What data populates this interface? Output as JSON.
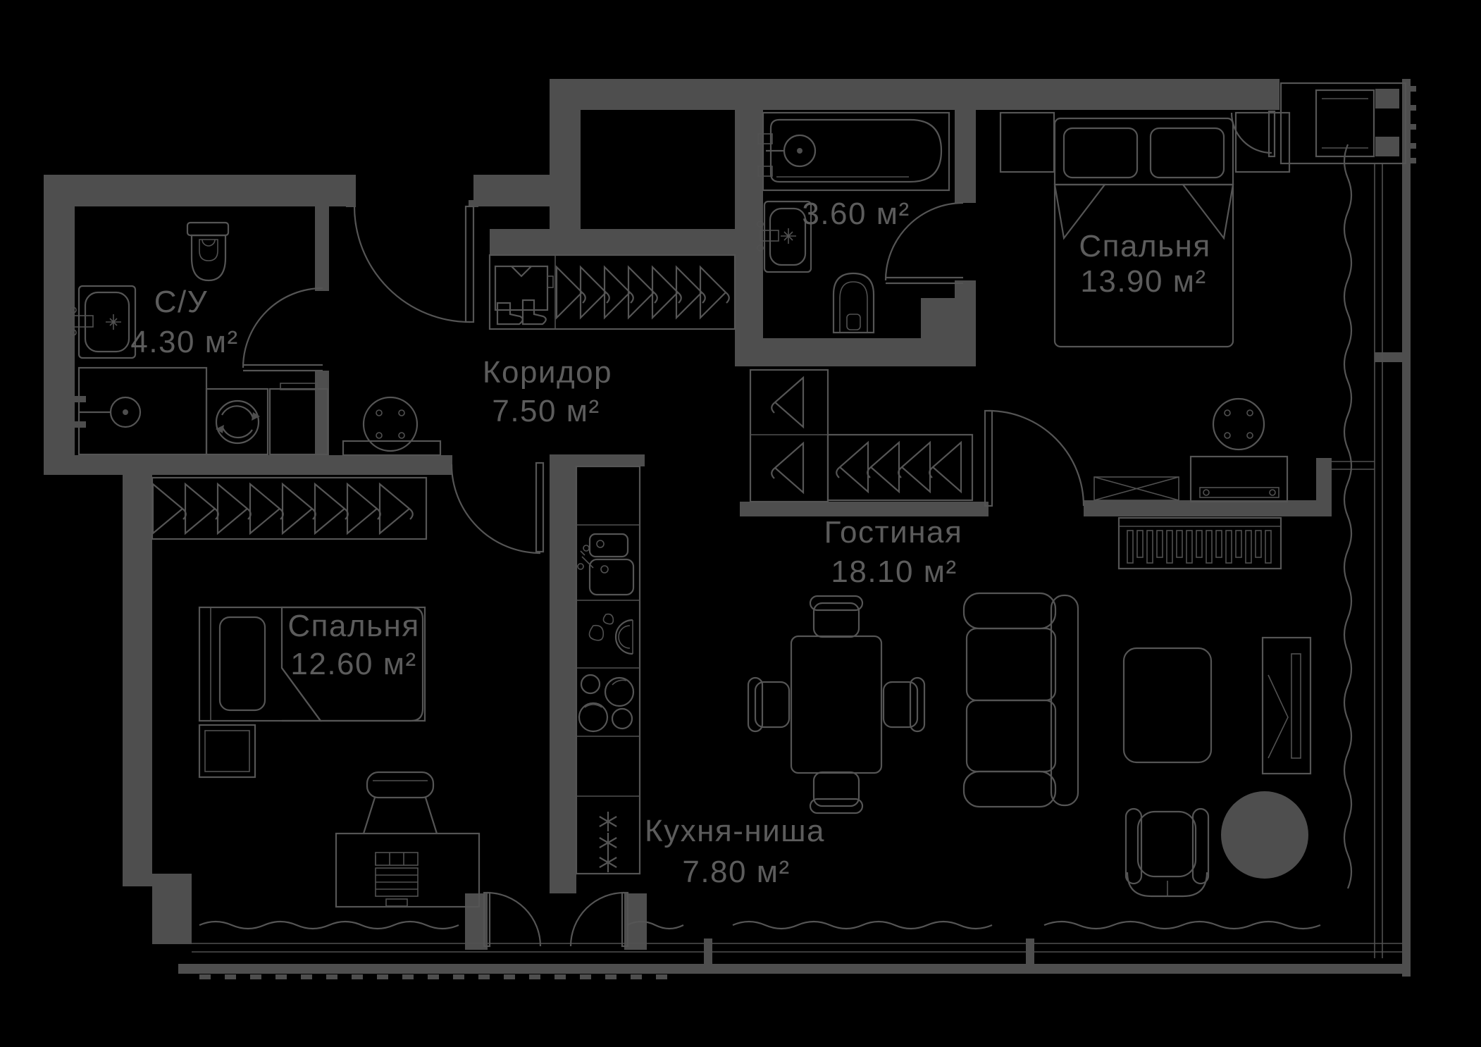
{
  "plan": {
    "type": "apartment-floor-plan",
    "background_color": "#000000",
    "wall_color": "#4e4e4e",
    "line_color": "#555555",
    "text_color": "#5c5c5c",
    "rooms": [
      {
        "id": "wc",
        "name": "С/У",
        "area": "4.30 м²"
      },
      {
        "id": "corridor",
        "name": "Коридор",
        "area": "7.50 м²"
      },
      {
        "id": "bathroom",
        "name": "",
        "area": "3.60 м²"
      },
      {
        "id": "bedroom1",
        "name": "Спальня",
        "area": "13.90 м²"
      },
      {
        "id": "bedroom2",
        "name": "Спальня",
        "area": "12.60 м²"
      },
      {
        "id": "living",
        "name": "Гостиная",
        "area": "18.10 м²"
      },
      {
        "id": "kitchen",
        "name": "Кухня-ниша",
        "area": "7.80 м²"
      }
    ],
    "furniture": {
      "wc": [
        "toilet",
        "sink",
        "shower",
        "washing-machine",
        "cabinet"
      ],
      "corridor": [
        "wardrobe-hangers",
        "shirt",
        "boots",
        "console-table",
        "stool"
      ],
      "bathroom": [
        "bathtub",
        "sink",
        "toilet"
      ],
      "bedroom1": [
        "double-bed",
        "pillows",
        "nightstands",
        "desk",
        "stool",
        "tv-panel"
      ],
      "bedroom2": [
        "single-bed",
        "pillow",
        "nightstand",
        "wardrobe-hangers",
        "desk",
        "laptop",
        "chair"
      ],
      "living": [
        "l-wardrobe-hangers",
        "dining-table",
        "chairs",
        "sofa",
        "tv-console",
        "rug",
        "floor-mirror",
        "armchair",
        "pouf"
      ],
      "kitchen": [
        "counter",
        "sink",
        "hob-4-burners",
        "fridge-snowflakes"
      ]
    }
  }
}
